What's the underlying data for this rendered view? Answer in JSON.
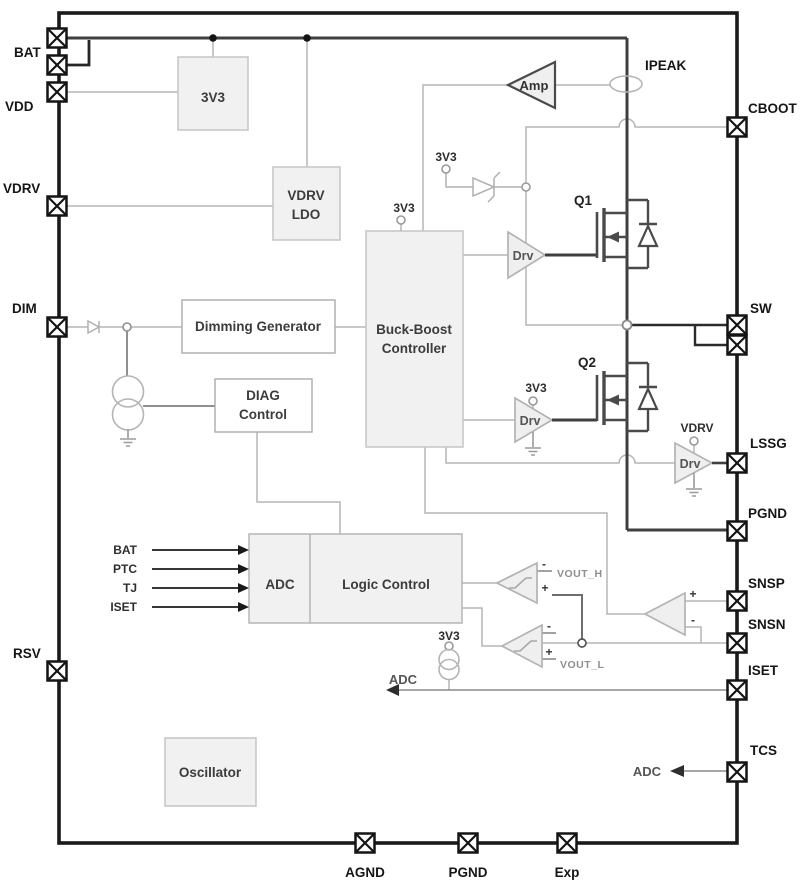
{
  "colors": {
    "background": "#ffffff",
    "border": "#1a1a1a",
    "power_wire": "#3f3f3f",
    "signal_wire": "#b5b5b5",
    "medium_wire": "#8f8f8f",
    "block_fill": "#f1f1f1",
    "block_stroke": "#c9c9c9",
    "white_block_stroke": "#ababab",
    "triangle_fill": "#efefef",
    "triangle_stroke": "#b3b3b3",
    "mosfet_stroke": "#4a4a4a"
  },
  "pins": {
    "left": [
      {
        "label": "BAT"
      },
      {
        "label": "VDD"
      },
      {
        "label": "VDRV"
      },
      {
        "label": "DIM"
      },
      {
        "label": "RSV"
      }
    ],
    "right": [
      {
        "label": "CBOOT"
      },
      {
        "label": "SW"
      },
      {
        "label": "LSSG"
      },
      {
        "label": "PGND"
      },
      {
        "label": "SNSP"
      },
      {
        "label": "SNSN"
      },
      {
        "label": "ISET"
      },
      {
        "label": "TCS"
      }
    ],
    "bottom": [
      {
        "label": "AGND"
      },
      {
        "label": "PGND"
      },
      {
        "label": "Exp"
      }
    ]
  },
  "blocks": {
    "reg_3v3": "3V3",
    "vdrv_ldo": {
      "line1": "VDRV",
      "line2": "LDO"
    },
    "dimming_generator": "Dimming Generator",
    "buck_boost": {
      "line1": "Buck-Boost",
      "line2": "Controller"
    },
    "diag": {
      "line1": "DIAG",
      "line2": "Control"
    },
    "adc": "ADC",
    "logic_control": "Logic Control",
    "oscillator": "Oscillator"
  },
  "components": {
    "amp": "Amp",
    "drv": "Drv",
    "q1": "Q1",
    "q2": "Q2"
  },
  "nets": {
    "ipeak": "IPEAK",
    "v3v3": "3V3",
    "vdrv": "VDRV",
    "vout_h": "VOUT_H",
    "vout_l": "VOUT_L",
    "adc": "ADC",
    "plus": "+",
    "minus": "-"
  },
  "adc_inputs": [
    "BAT",
    "PTC",
    "TJ",
    "ISET"
  ]
}
